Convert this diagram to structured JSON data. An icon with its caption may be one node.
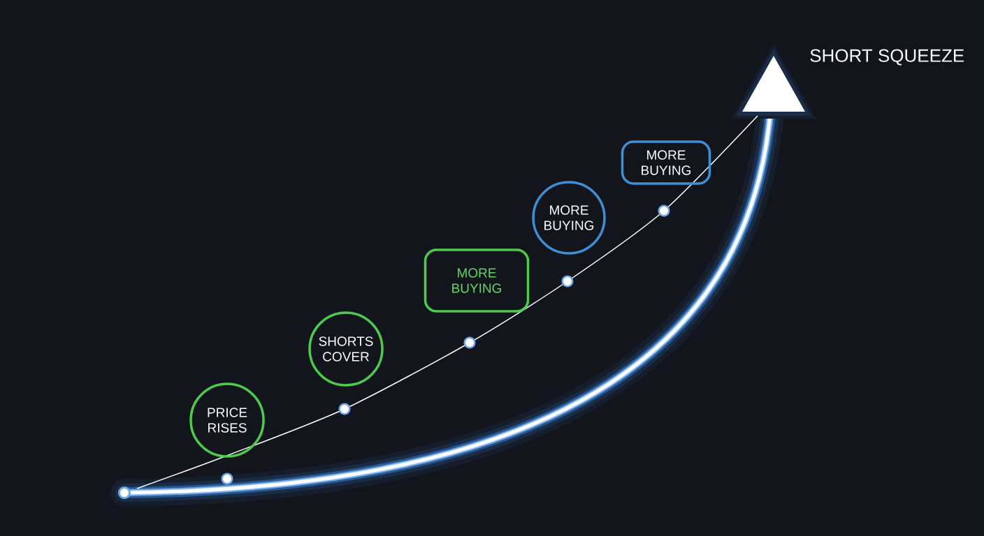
{
  "diagram": {
    "nodes": [
      {
        "text": [
          "PRICE RISES"
        ]
      },
      {
        "text": [
          "SHORTS COVER"
        ]
      },
      {
        "text": [
          "MORE BUYING"
        ]
      },
      {
        "text": [
          "MORE BUYING"
        ]
      },
      {
        "text": [
          "MORE BUYING"
        ]
      }
    ],
    "labels": [
      "SHORT SQUEEZE"
    ]
  }
}
